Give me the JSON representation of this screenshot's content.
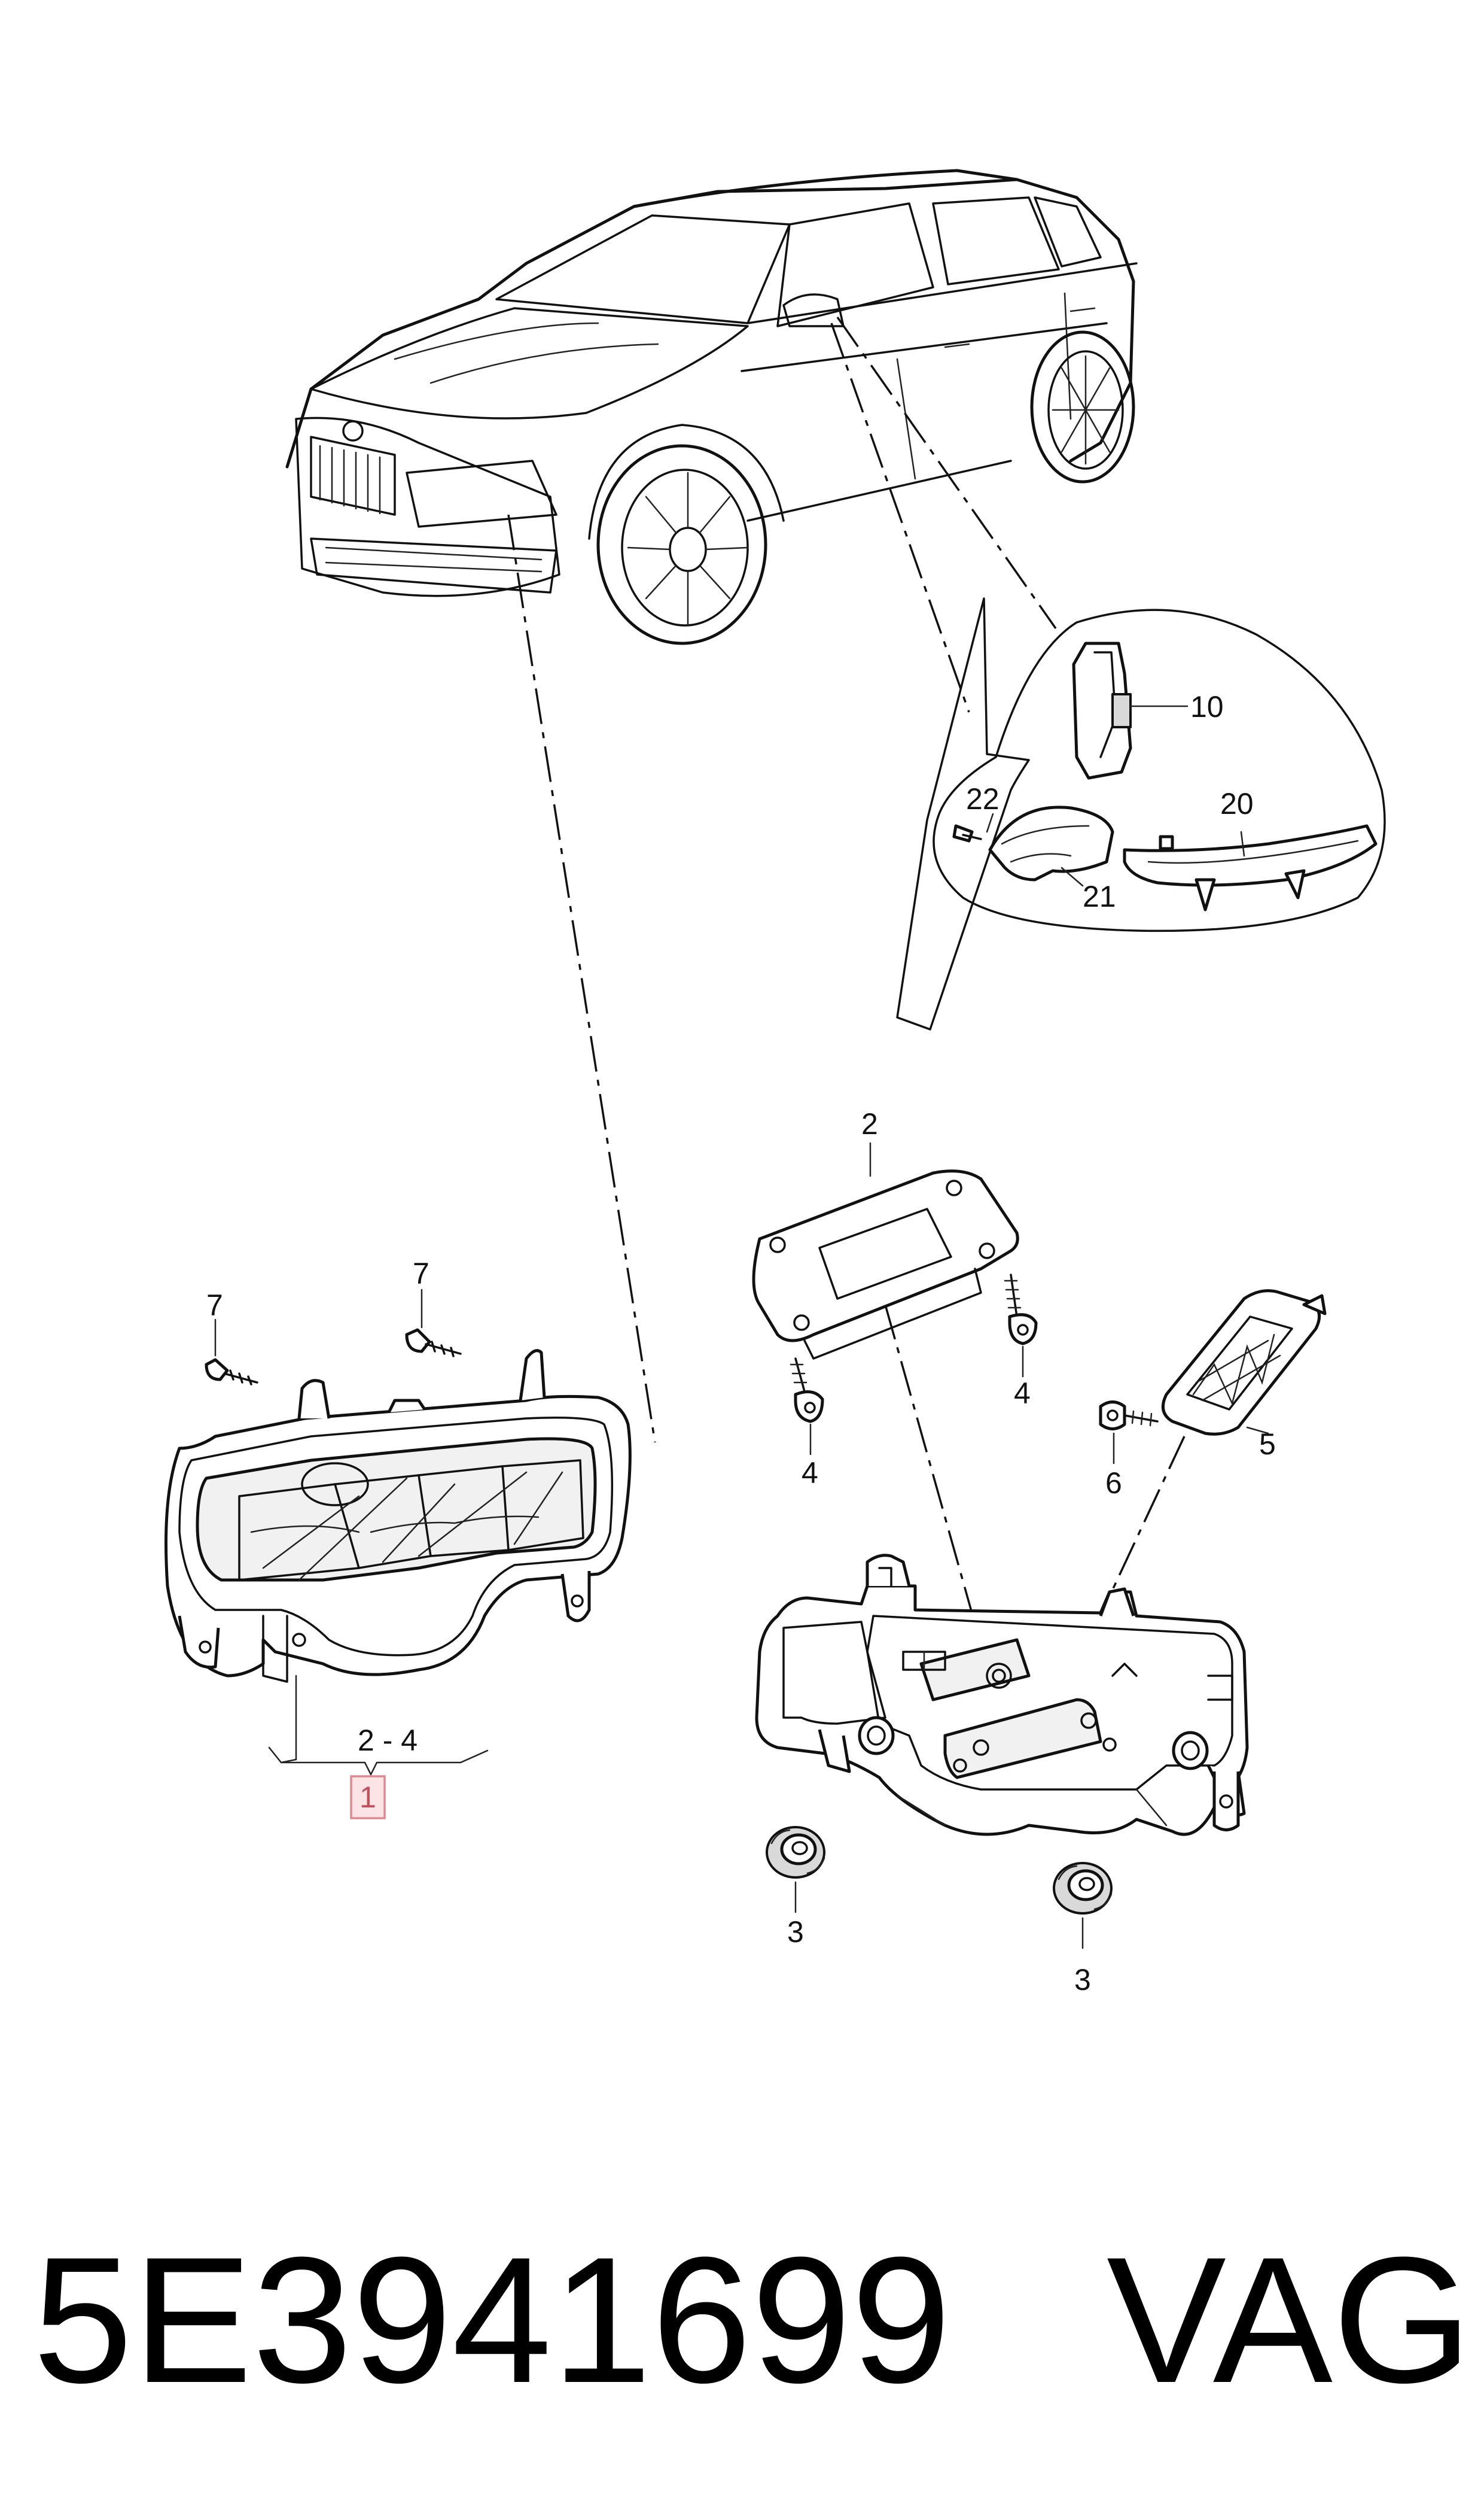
{
  "callouts": {
    "c10": "10",
    "c20": "20",
    "c22": "22",
    "c21": "21",
    "c2": "2",
    "c7a": "7",
    "c7b": "7",
    "c4a": "4",
    "c4b": "4",
    "c6": "6",
    "c5": "5",
    "c3a": "3",
    "c3b": "3",
    "range": "2 - 4",
    "selected": "1"
  },
  "footer": {
    "part_number": "5E3941699",
    "brand": "VAG"
  },
  "colors": {
    "line": "#111111",
    "highlight_fill": "#fbe3e6",
    "highlight_stroke": "#e0888f"
  }
}
